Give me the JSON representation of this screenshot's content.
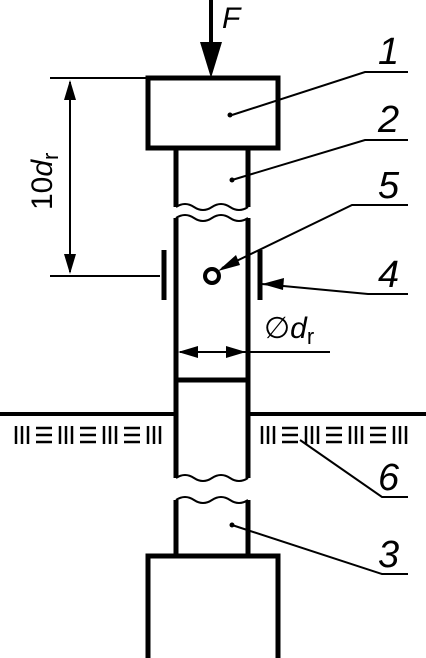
{
  "labels": {
    "force": "F",
    "l1": "1",
    "l2": "2",
    "l3": "3",
    "l4": "4",
    "l5": "5",
    "l6": "6",
    "len_prefix": "10",
    "len_var": "d",
    "len_sub": "r",
    "dia_symbol": "∅",
    "dia_var": "d",
    "dia_sub": "r"
  }
}
